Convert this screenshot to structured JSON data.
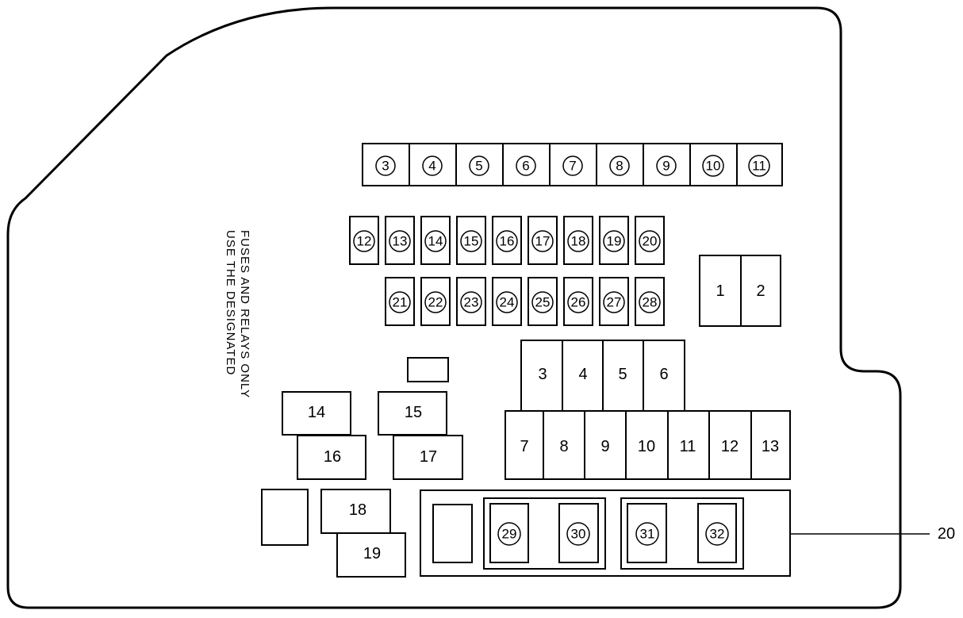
{
  "note": {
    "line1": "USE THE DESIGNATED",
    "line2": "FUSES AND RELAYS ONLY"
  },
  "callout": "20",
  "top_row": [
    "3",
    "4",
    "5",
    "6",
    "7",
    "8",
    "9",
    "10",
    "11"
  ],
  "mini_row_1": [
    "12",
    "13",
    "14",
    "15",
    "16",
    "17",
    "18",
    "19",
    "20"
  ],
  "mini_row_2": [
    "21",
    "22",
    "23",
    "24",
    "25",
    "26",
    "27",
    "28"
  ],
  "relay_pair": [
    "1",
    "2"
  ],
  "block_row_1": [
    "3",
    "4",
    "5",
    "6"
  ],
  "block_row_2": [
    "7",
    "8",
    "9",
    "10",
    "11",
    "12",
    "13"
  ],
  "left_relays": [
    "14",
    "15",
    "16",
    "17",
    "18",
    "19"
  ],
  "bottom_fuses": [
    "29",
    "30",
    "31",
    "32"
  ]
}
